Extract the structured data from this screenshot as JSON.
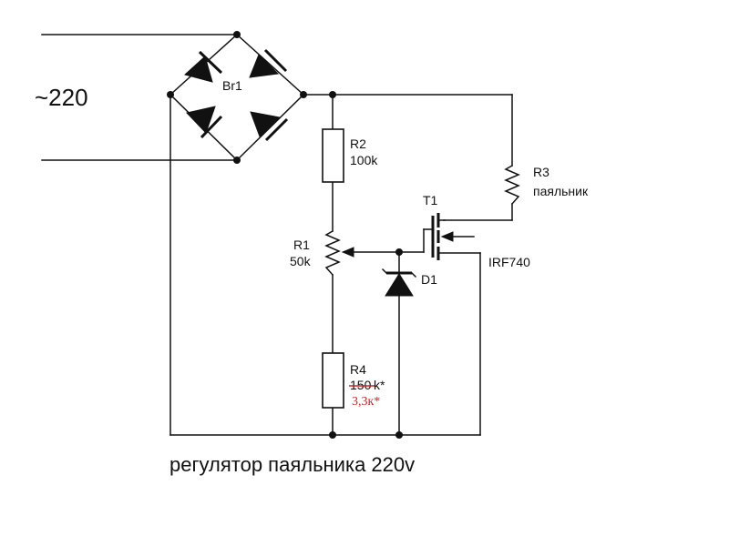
{
  "labels": {
    "input_voltage": "~220",
    "bridge": "Br1",
    "r2_name": "R2",
    "r2_value": "100k",
    "r3_name": "R3",
    "r3_desc": "паяльник",
    "t1_name": "T1",
    "t1_part": "IRF740",
    "r1_name": "R1",
    "r1_value": "50k",
    "d1_name": "D1",
    "r4_name": "R4",
    "r4_old_value": "150",
    "r4_old_suffix": "k*",
    "r4_new_value": "3,3к*",
    "caption": "регулятор паяльника 220v"
  },
  "colors": {
    "ink": "#111111",
    "correction": "#cc2222",
    "background": "#ffffff"
  }
}
